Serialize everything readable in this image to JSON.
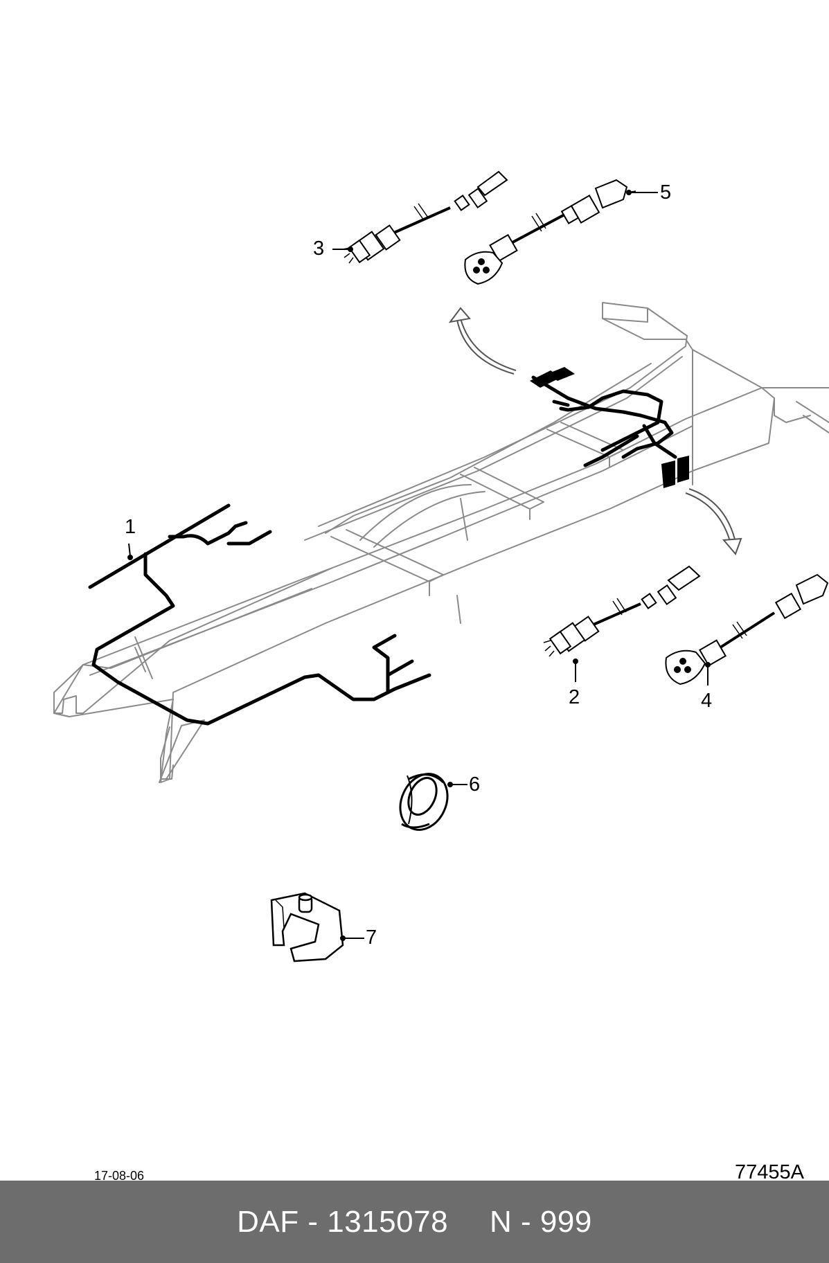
{
  "callouts": [
    {
      "id": "1",
      "label": "1"
    },
    {
      "id": "2",
      "label": "2"
    },
    {
      "id": "3",
      "label": "3"
    },
    {
      "id": "4",
      "label": "4"
    },
    {
      "id": "5",
      "label": "5"
    },
    {
      "id": "6",
      "label": "6"
    },
    {
      "id": "7",
      "label": "7"
    }
  ],
  "date_code": "17-08-06",
  "drawing_number": "77455A",
  "footer": {
    "brand_part": "DAF - 1315078",
    "variant": "N - 999"
  }
}
